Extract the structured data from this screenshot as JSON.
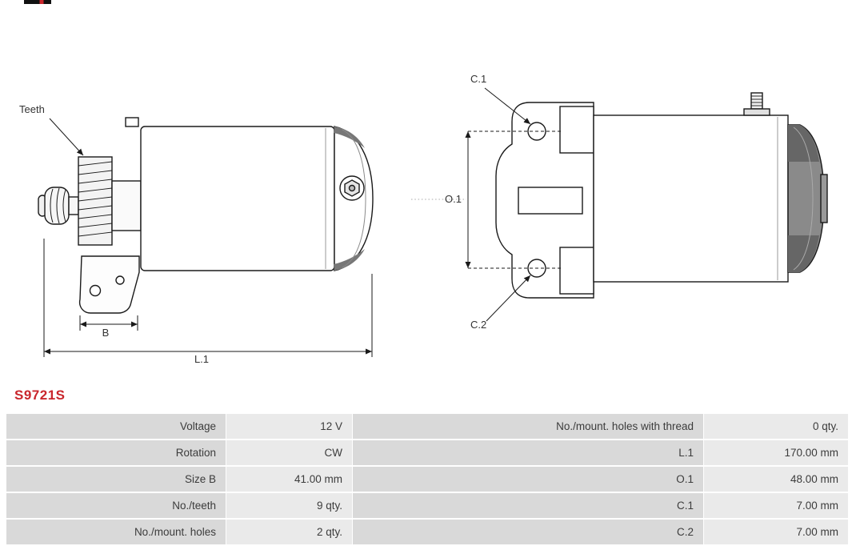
{
  "icons": {
    "logo": "brand-logo-fragment"
  },
  "part_number": "S9721S",
  "drawing": {
    "labels": {
      "teeth": "Teeth",
      "b": "B",
      "l1": "L.1",
      "c1": "C.1",
      "o1": "O.1",
      "c2": "C.2"
    }
  },
  "table": {
    "rows": [
      {
        "left_label": "Voltage",
        "left_value": "12 V",
        "right_label": "No./mount. holes with thread",
        "right_value": "0 qty."
      },
      {
        "left_label": "Rotation",
        "left_value": "CW",
        "right_label": "L.1",
        "right_value": "170.00 mm"
      },
      {
        "left_label": "Size B",
        "left_value": "41.00 mm",
        "right_label": "O.1",
        "right_value": "48.00 mm"
      },
      {
        "left_label": "No./teeth",
        "left_value": "9 qty.",
        "right_label": "C.1",
        "right_value": "7.00 mm"
      },
      {
        "left_label": "No./mount. holes",
        "left_value": "2 qty.",
        "right_label": "C.2",
        "right_value": "7.00 mm"
      }
    ]
  },
  "colors": {
    "part_number": "#c9262c",
    "label_cell": "#d9d9d9",
    "value_cell": "#eaeaea"
  }
}
